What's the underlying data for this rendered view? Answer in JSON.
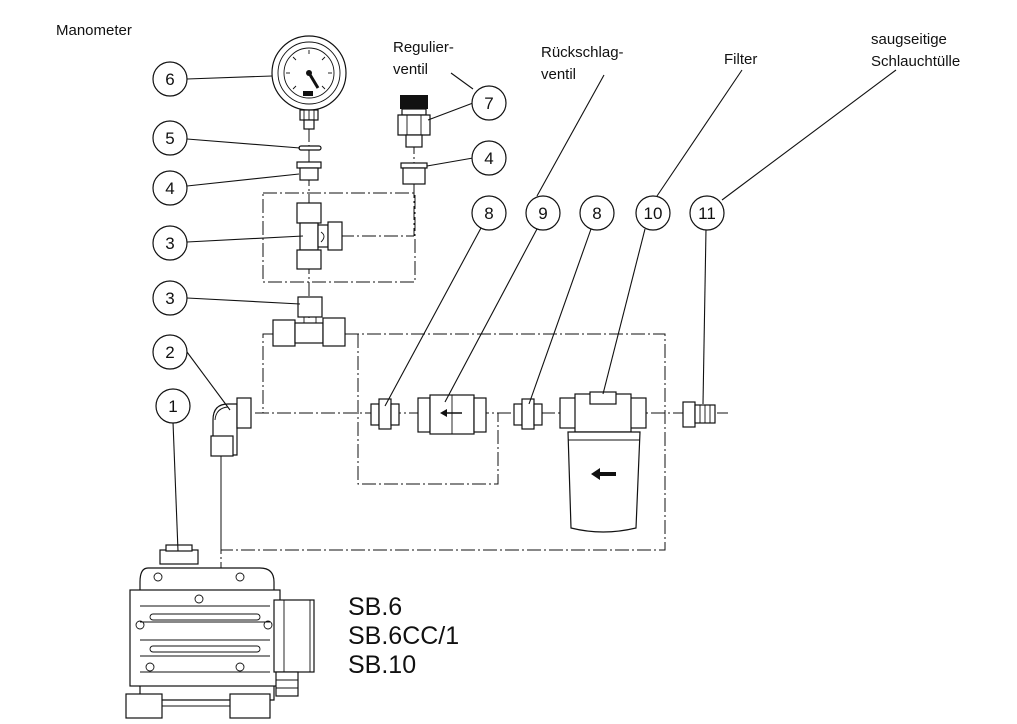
{
  "labels": {
    "manometer": "Manometer",
    "regulier_line1": "Regulier-",
    "regulier_line2": "ventil",
    "rueckschlag_line1": "Rückschlag-",
    "rueckschlag_line2": "ventil",
    "filter": "Filter",
    "saug_line1": "saugseitige",
    "saug_line2": "Schlauchtülle"
  },
  "callouts": {
    "c6": "6",
    "c5": "5",
    "c4a": "4",
    "c3a": "3",
    "c3b": "3",
    "c2": "2",
    "c1": "1",
    "c7": "7",
    "c4b": "4",
    "c8a": "8",
    "c9": "9",
    "c8b": "8",
    "c10": "10",
    "c11": "11"
  },
  "models": {
    "m1": "SB.6",
    "m2": "SB.6CC/1",
    "m3": "SB.10"
  }
}
